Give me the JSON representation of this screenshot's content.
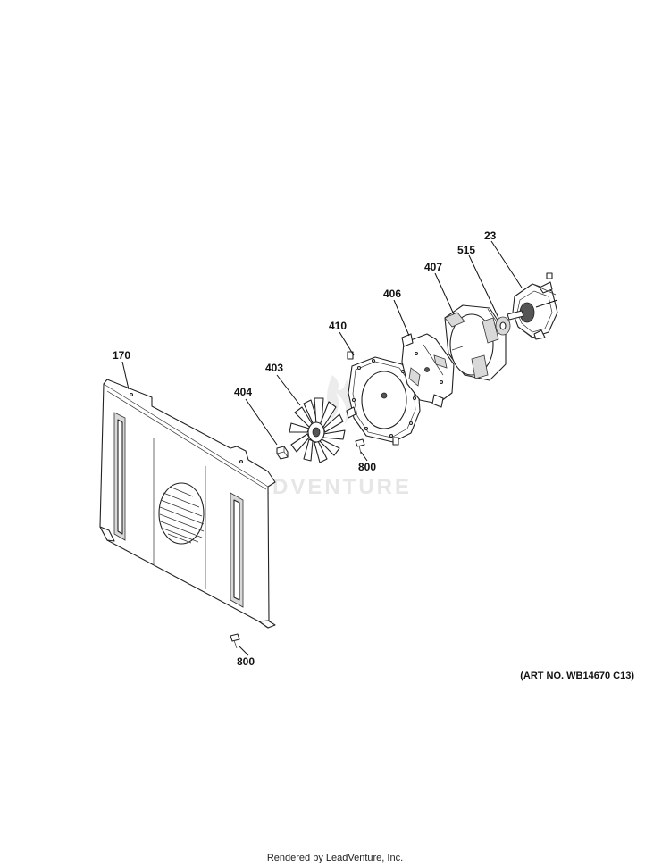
{
  "callouts": {
    "c170": "170",
    "c404": "404",
    "c403": "403",
    "c410": "410",
    "c406": "406",
    "c407": "407",
    "c515": "515",
    "c23": "23",
    "c800_upper": "800",
    "c800_lower": "800"
  },
  "art_number": "(ART NO. WB14670 C13)",
  "watermark": "LEADVENTURE",
  "footer": "Rendered by LeadVenture, Inc."
}
